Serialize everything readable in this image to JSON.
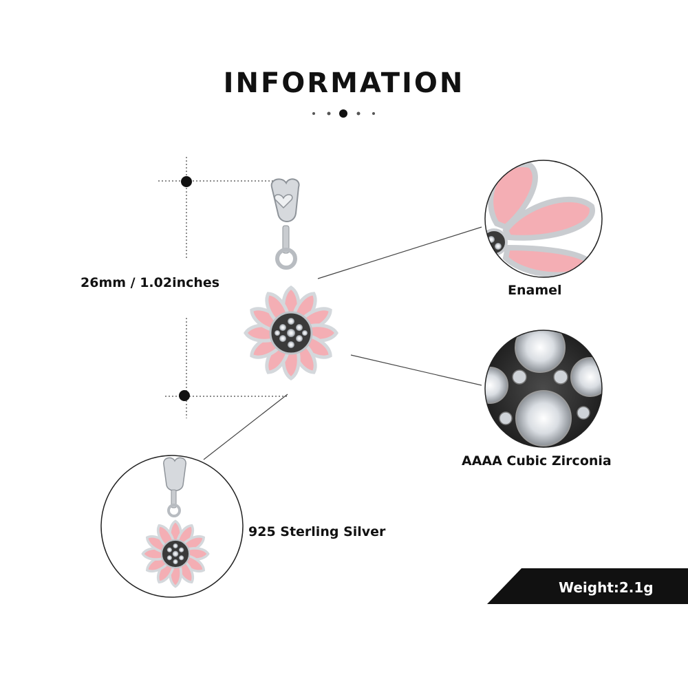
{
  "title": "INFORMATION",
  "dimension": "26mm / 1.02inches",
  "features": {
    "enamel": "Enamel",
    "zirconia": "AAAA Cubic Zirconia",
    "silver": "925 Sterling Silver"
  },
  "weight": "Weight:2.1g",
  "colors": {
    "enamel_pink": "#f4aeb4",
    "silver": "#c9ccd0",
    "badge": "#111111"
  }
}
